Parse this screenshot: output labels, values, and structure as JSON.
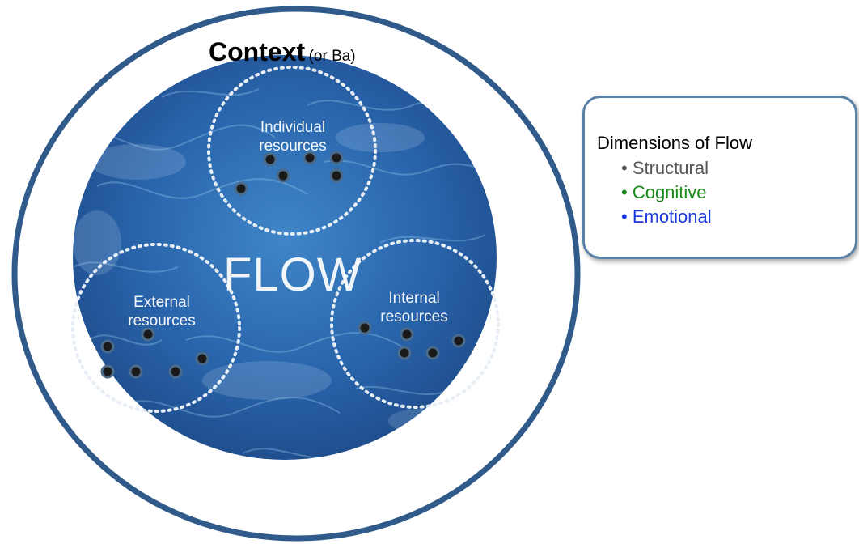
{
  "diagram": {
    "context_title": "Context",
    "context_subtitle": "(or Ba)",
    "center_label": "FLOW",
    "groups": [
      {
        "line1": "Individual",
        "line2": "resources"
      },
      {
        "line1": "External",
        "line2": "resources"
      },
      {
        "line1": "Internal",
        "line2": "resources"
      }
    ],
    "colors": {
      "context_border": "#2f5a8a",
      "water_dark": "#1f4f90",
      "water_mid": "#2f6fb5",
      "water_light": "#5a9cd8",
      "dot_fill": "#1a1a1a",
      "dot_ring": "#4a6a8a"
    }
  },
  "legend": {
    "title": "Dimensions of Flow",
    "items": [
      {
        "label": "• Structural",
        "color": "#555555"
      },
      {
        "label": "• Cognitive",
        "color": "#1a8a1a"
      },
      {
        "label": "• Emotional",
        "color": "#1a3ae0"
      }
    ]
  }
}
